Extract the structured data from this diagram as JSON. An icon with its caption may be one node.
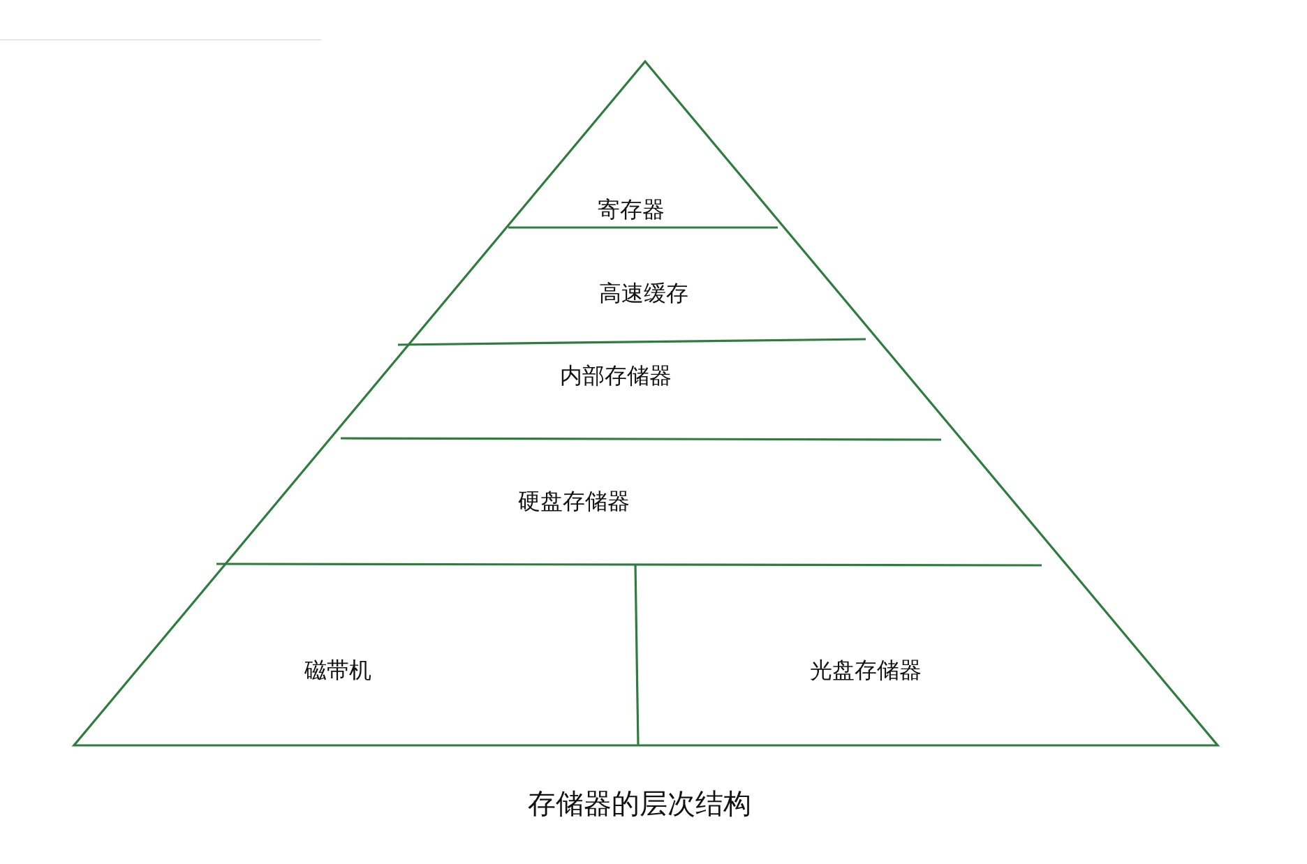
{
  "diagram": {
    "caption": "存储器的层次结构",
    "nodes": [
      {
        "text": [
          "寄存器"
        ]
      },
      {
        "text": [
          "高速缓存"
        ]
      },
      {
        "text": [
          "内部存储器"
        ]
      },
      {
        "text": [
          "硬盘存储器"
        ]
      },
      {
        "text": [
          "磁带机"
        ]
      },
      {
        "text": [
          "光盘存储器"
        ]
      }
    ],
    "edges": []
  }
}
